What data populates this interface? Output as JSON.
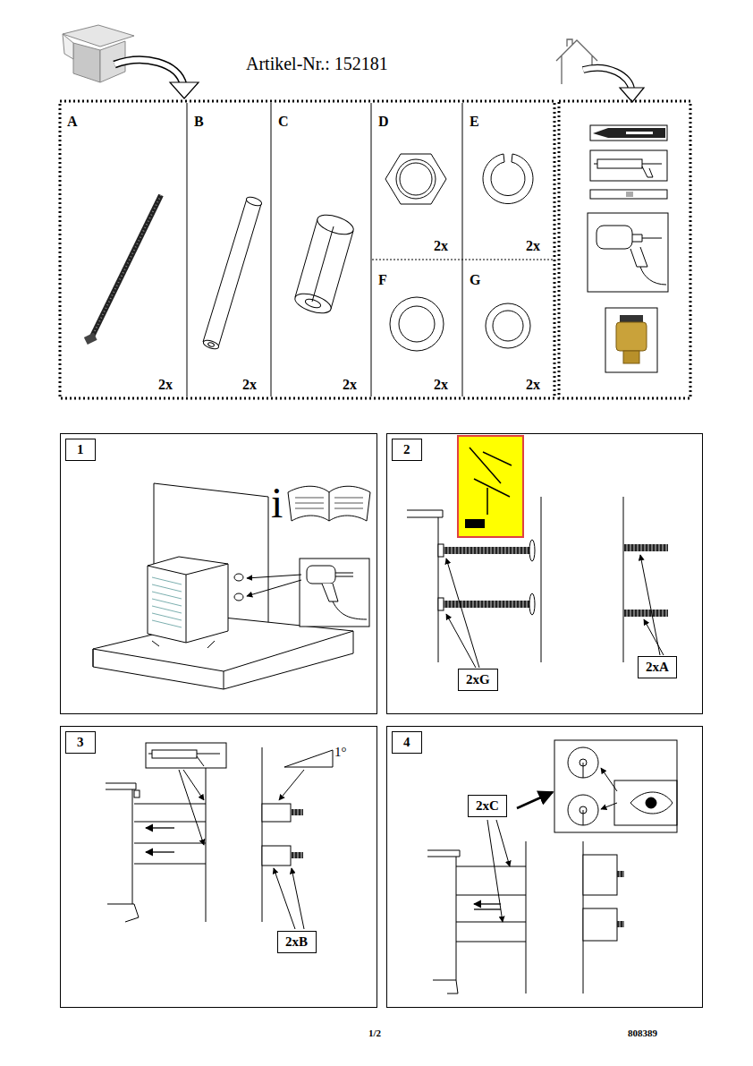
{
  "diagram": {
    "title": "Artikel-Nr.: 152181",
    "nodes": [
      {
        "text": [
          "A",
          "2x"
        ]
      },
      {
        "text": [
          "B",
          "2x"
        ]
      },
      {
        "text": [
          "C",
          "2x"
        ]
      },
      {
        "text": [
          "D",
          "2x"
        ]
      },
      {
        "text": [
          "E",
          "2x"
        ]
      },
      {
        "text": [
          "F",
          "2x"
        ]
      },
      {
        "text": [
          "G",
          "2x"
        ]
      },
      {
        "text": [
          "1"
        ]
      },
      {
        "text": [
          "2"
        ]
      },
      {
        "text": [
          "2xG"
        ],
        "in": 8
      },
      {
        "text": [
          "2xA"
        ],
        "in": 8
      },
      {
        "text": [
          "3"
        ]
      },
      {
        "text": [
          "2xB"
        ],
        "in": 11
      },
      {
        "text": [
          "4"
        ]
      },
      {
        "text": [
          "2xC"
        ],
        "in": 13
      }
    ],
    "labels": [
      "i",
      "1°",
      "1/2",
      "808389"
    ]
  }
}
